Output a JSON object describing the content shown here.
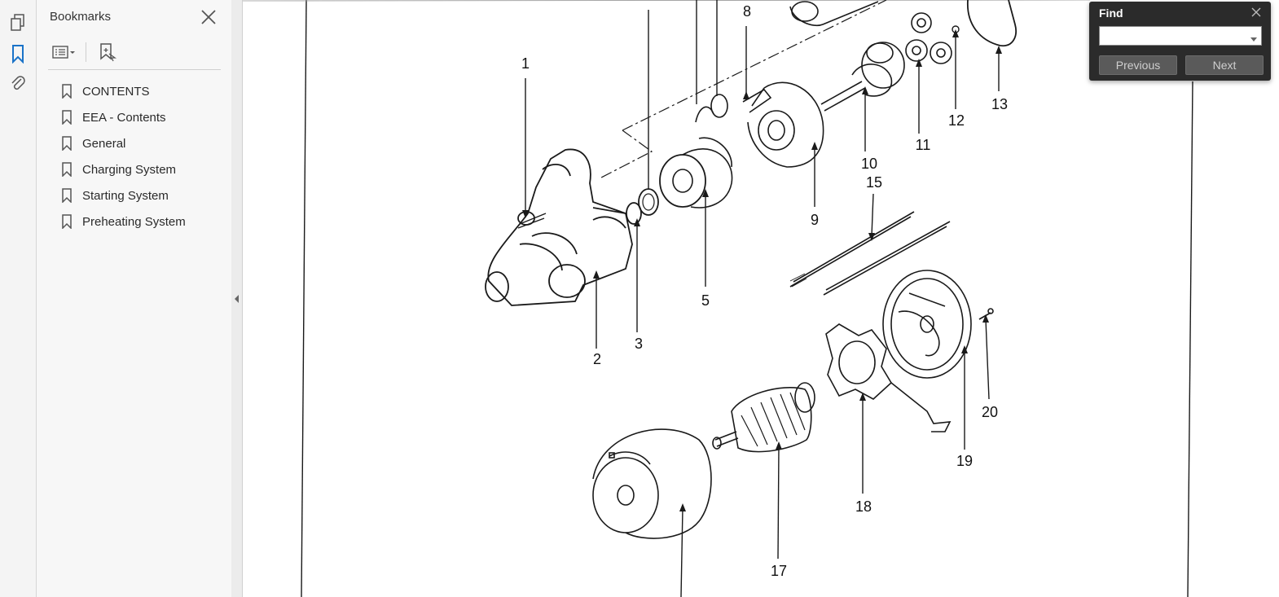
{
  "sidebar": {
    "title": "Bookmarks",
    "items": [
      {
        "label": "CONTENTS"
      },
      {
        "label": "EEA - Contents"
      },
      {
        "label": "General"
      },
      {
        "label": "Charging System"
      },
      {
        "label": "Starting System"
      },
      {
        "label": "Preheating System"
      }
    ]
  },
  "find": {
    "title": "Find",
    "value": "",
    "previous_label": "Previous",
    "next_label": "Next"
  },
  "diagram": {
    "labels": [
      "1",
      "2",
      "3",
      "5",
      "8",
      "9",
      "10",
      "11",
      "12",
      "13",
      "15",
      "17",
      "18",
      "19",
      "20"
    ]
  },
  "colors": {
    "accent": "#1a73c8",
    "find_bg": "#2b2b2b"
  }
}
